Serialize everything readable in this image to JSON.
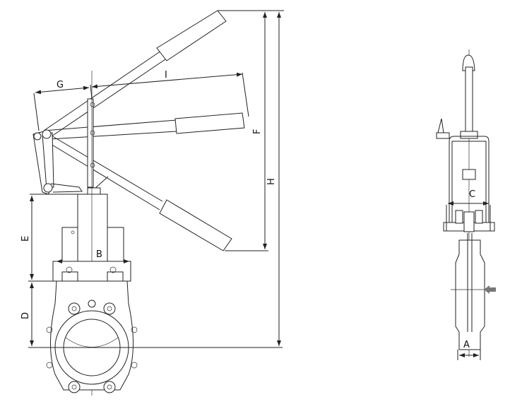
{
  "dimensions": {
    "G": "G",
    "I": "I",
    "F": "F",
    "H": "H",
    "E": "E",
    "B": "B",
    "D": "D",
    "C": "C",
    "A": "A"
  },
  "colors": {
    "line": "#222222",
    "flow_arrow": "#777777",
    "background": "#ffffff"
  }
}
